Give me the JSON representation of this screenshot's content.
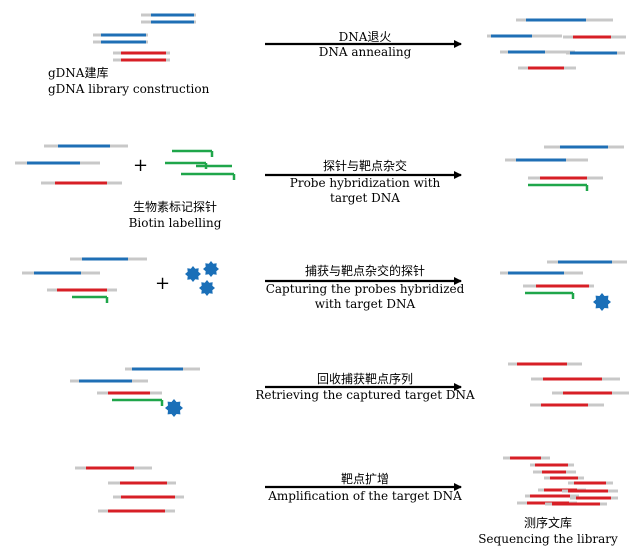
{
  "colors": {
    "blue": "#1f6fb5",
    "red": "#d71f26",
    "green": "#1fa64a",
    "gray": "#c8c8c8",
    "arrow": "#000000",
    "streptavidin": "#1a6fb8"
  },
  "steps": [
    {
      "id": "annealing",
      "zh": "DNA退火",
      "en": "DNA annealing"
    },
    {
      "id": "hybridization",
      "zh": "探针与靶点杂交",
      "en": "Probe hybridization with\ntarget DNA"
    },
    {
      "id": "capture",
      "zh": "捕获与靶点杂交的探针",
      "en": "Capturing the probes hybridized\nwith target DNA"
    },
    {
      "id": "retrieve",
      "zh": "回收捕获靶点序列",
      "en": "Retrieving the captured target DNA"
    },
    {
      "id": "amplify",
      "zh": "靶点扩增",
      "en": "Amplification of the target DNA"
    }
  ],
  "labels": {
    "gdna_library_zh": "gDNA建库",
    "gdna_library_en": "gDNA library construction",
    "biotin_zh": "生物素标记探针",
    "biotin_en": "Biotin labelling",
    "seq_library_zh": "测序文库",
    "seq_library_en": "Sequencing the library",
    "plus": "+"
  }
}
